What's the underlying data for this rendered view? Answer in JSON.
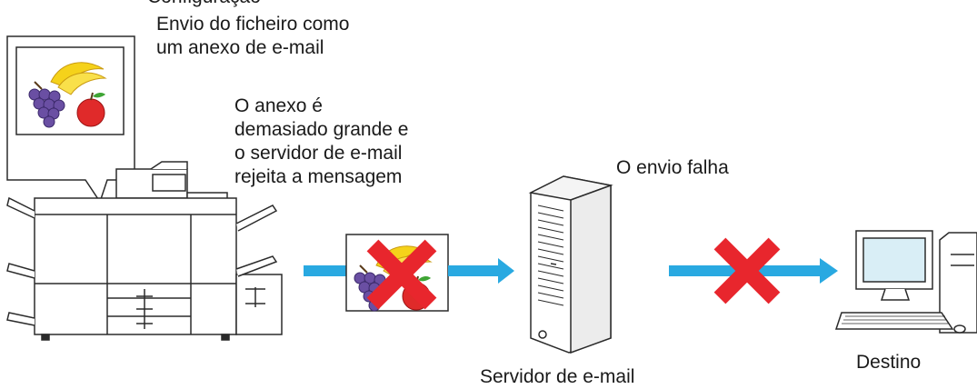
{
  "labels": {
    "top_cut": "Configuração",
    "attachment": "Envio do ficheiro como\num anexo de e-mail",
    "reject_reason": "O anexo é\ndemasiado grande e\no servidor de e-mail\nrejeita a mensagem",
    "send_fails": "O envio falha",
    "mail_server": "Servidor de e-mail",
    "destination": "Destino"
  },
  "colors": {
    "arrow": "#29a9e1",
    "cross": "#e8262d",
    "outline": "#2b2b2b",
    "machine_fill": "#ffffff",
    "screen": "#d9eef6"
  },
  "icons": [
    "printer-icon",
    "fruit-image-icon",
    "mail-server-icon",
    "computer-icon",
    "cross-icon",
    "arrow-icon"
  ]
}
